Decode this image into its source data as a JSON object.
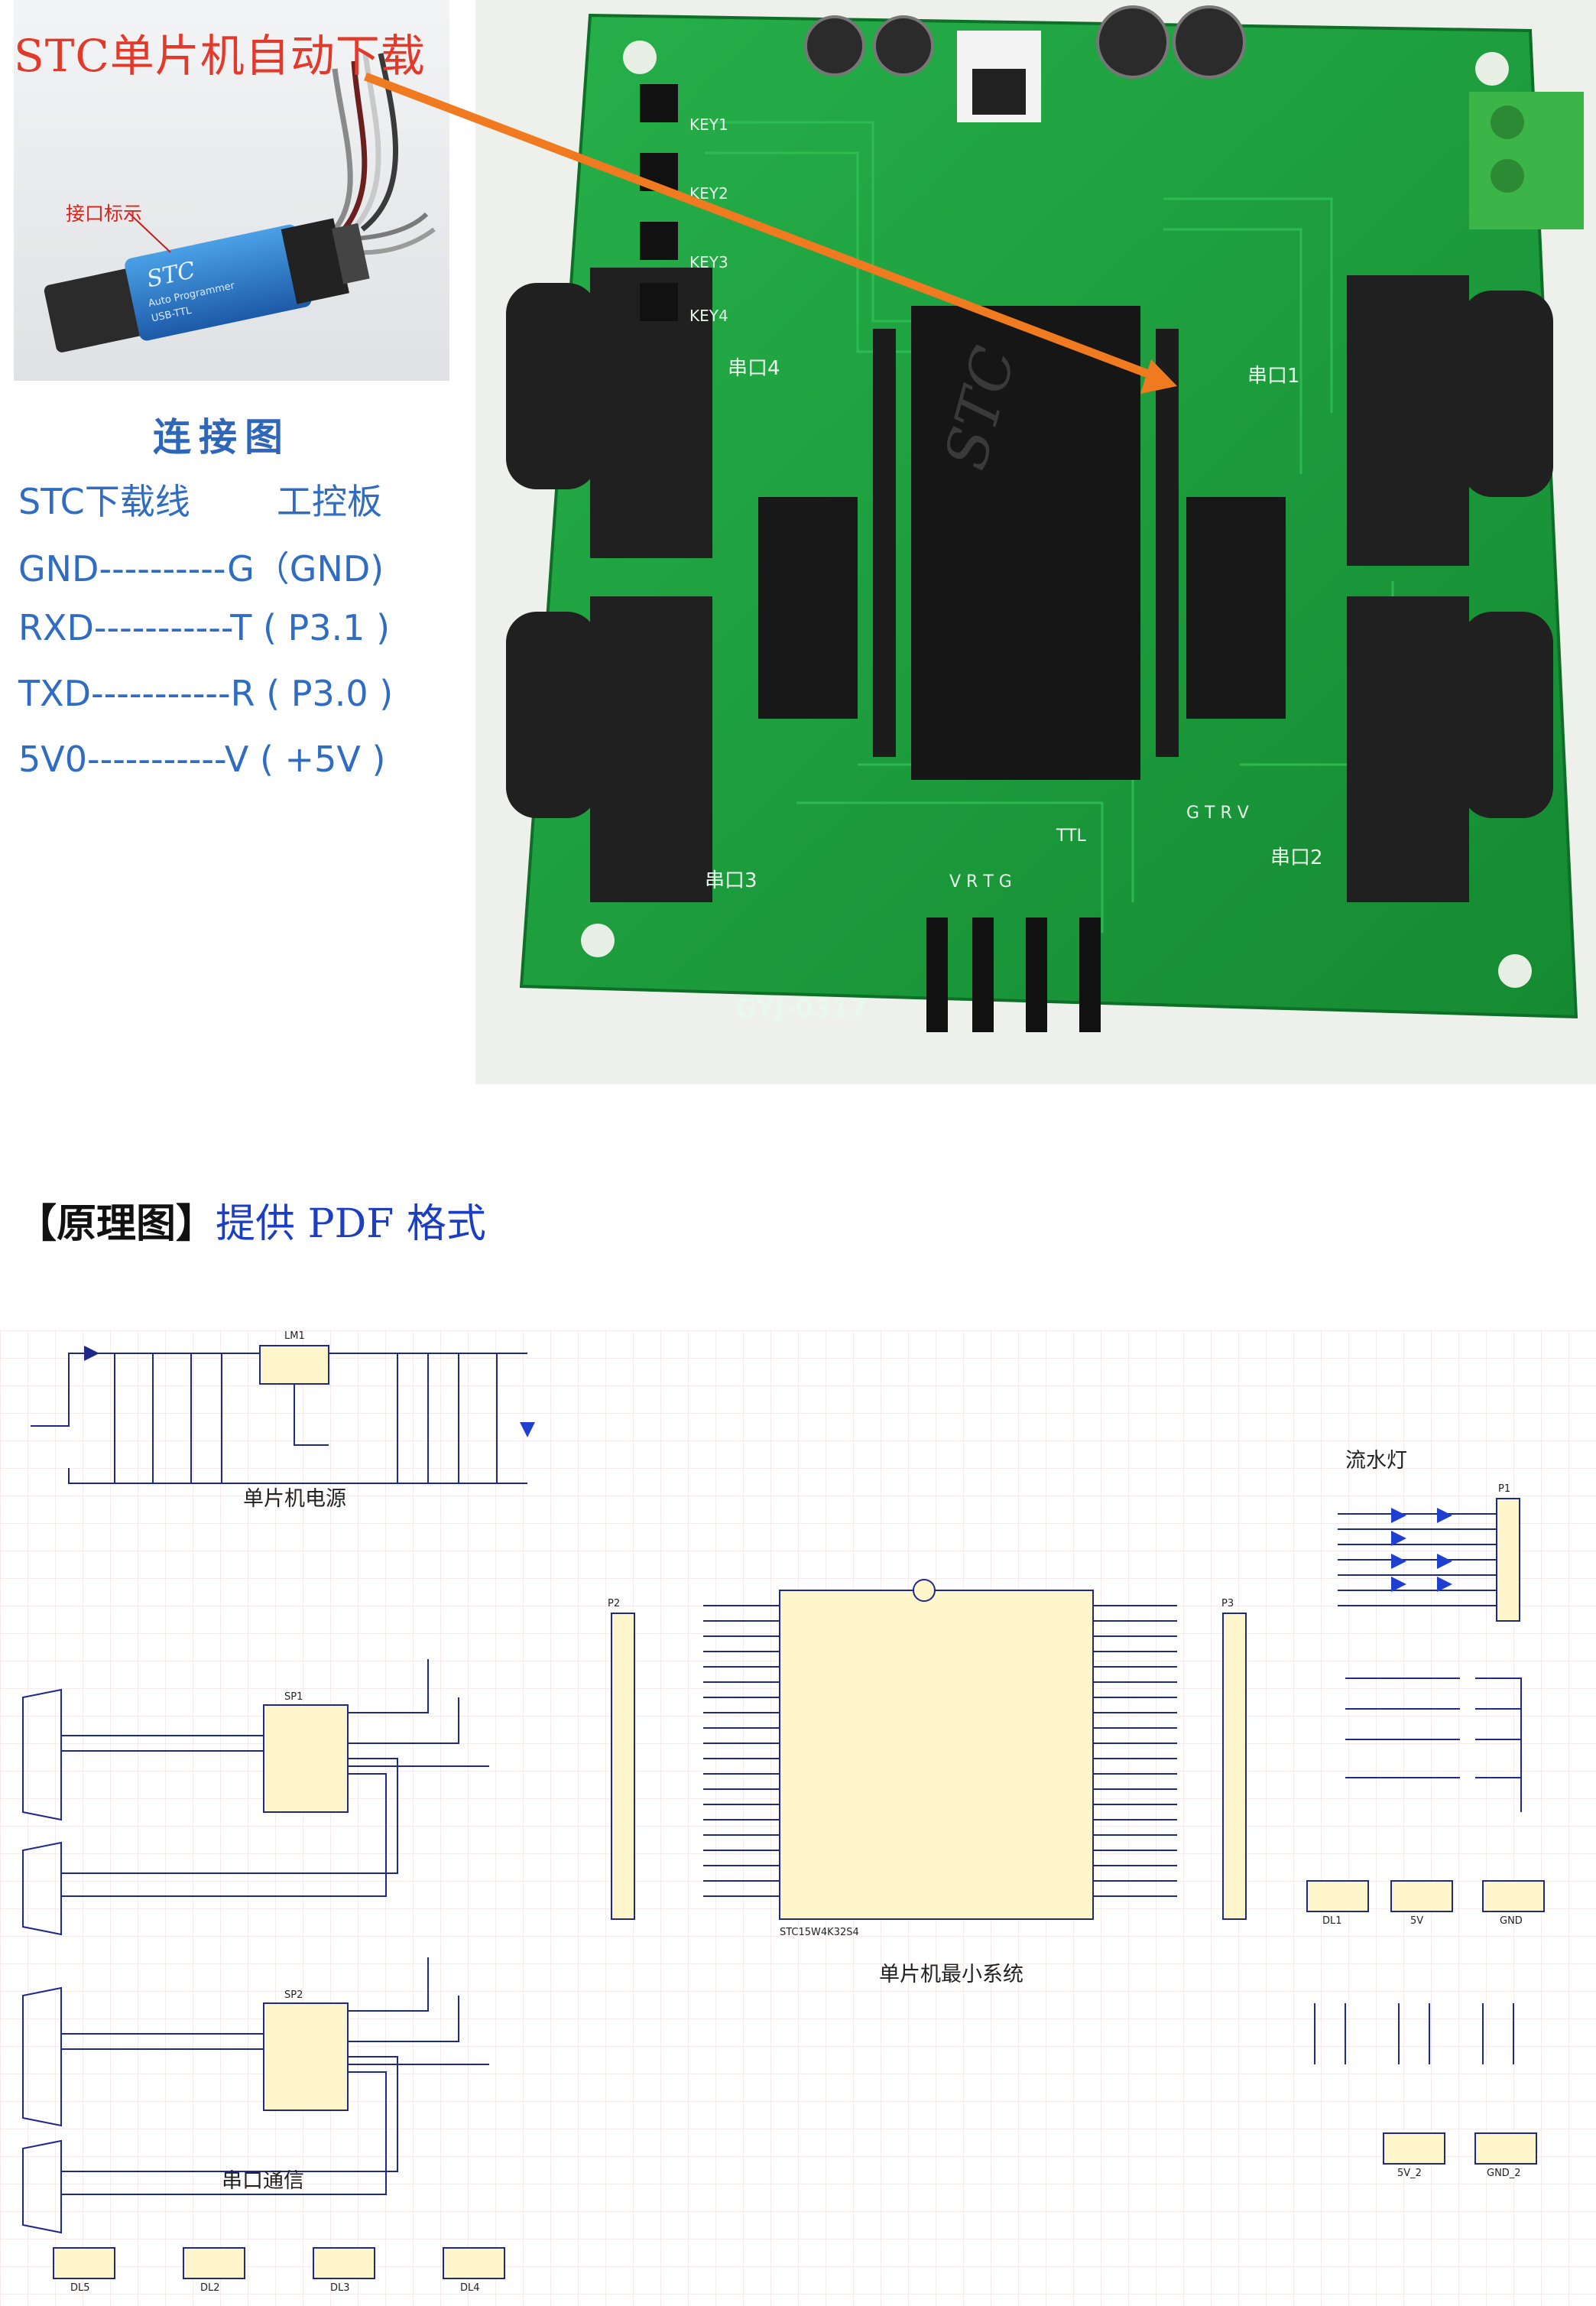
{
  "photo": {
    "title": "STC单片机自动下载",
    "interface_label": "接口标示",
    "programmer_brand": "STC",
    "programmer_sub": "Auto Programmer",
    "programmer_usb": "USB-TTL"
  },
  "connection": {
    "title": "连接图",
    "header_left": "STC下载线",
    "header_right": "工控板",
    "rows": [
      "GND----------G（GND)",
      "RXD-----------T ( P3.1 )",
      "TXD-----------R ( P3.0 )",
      "5V0-----------V ( +5V )"
    ]
  },
  "board": {
    "model": "GYJ-0317",
    "chip": "STC",
    "labels": {
      "key1": "KEY1",
      "key2": "KEY2",
      "key3": "KEY3",
      "key4": "KEY4",
      "port1": "串口1",
      "port2": "串口2",
      "port3": "串口3",
      "port4": "串口4",
      "ttl": "TTL",
      "pins_right": "G T R V",
      "pins_bottom": "V R T G"
    }
  },
  "heading": {
    "open": "【",
    "text": "原理图",
    "close": "】",
    "link": "提供 PDF 格式"
  },
  "schematic": {
    "power_label": "单片机电源",
    "serial_label": "串口通信",
    "mcu_label": "单片机最小系统",
    "led_label": "流水灯",
    "mcu_part": "STC15W4K32S4",
    "power_chip": "LM1",
    "sp1": "SP1",
    "sp2": "SP2",
    "p1": "P1",
    "p2": "P2",
    "p3": "P3",
    "dl_labels": [
      "DL1",
      "5V",
      "GND",
      "5V_2",
      "GND_2",
      "DL5",
      "DL2",
      "DL3",
      "DL4"
    ]
  },
  "colors": {
    "title_red": "#e23a2a",
    "conn_blue": "#2f6cc2",
    "pcb_green": "#1e9a3a",
    "link_blue": "#1b3ec2",
    "schematic_line": "#1e2a8a",
    "schematic_red": "#c8202a",
    "grid": "#f1d7d7"
  }
}
